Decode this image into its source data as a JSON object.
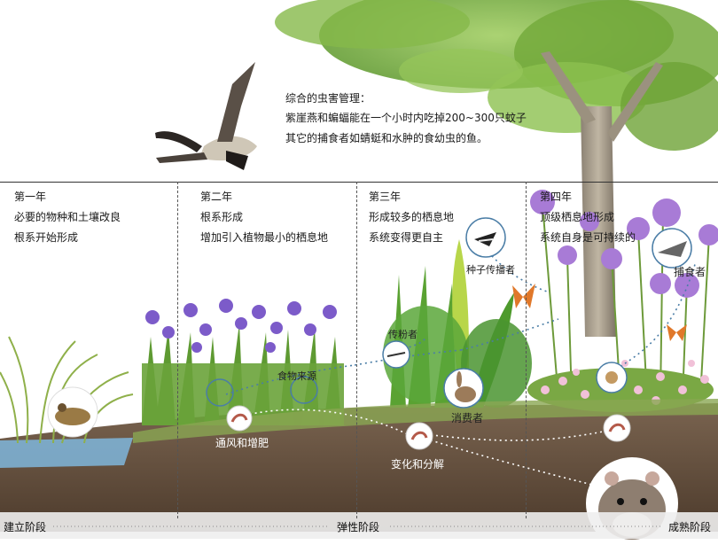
{
  "note": {
    "title": "综合的虫害管理：",
    "line1": "紫崖燕和蝙蝠能在一个小时内吃掉200~300只蚊子",
    "line2": "其它的捕食者如蜻蜓和水肿的食幼虫的鱼。"
  },
  "years": [
    {
      "title": "第一年",
      "line1": "必要的物种和土壤改良",
      "line2": "根系开始形成"
    },
    {
      "title": "第二年",
      "line1": "根系形成",
      "line2": "增加引入植物最小的栖息地"
    },
    {
      "title": "第三年",
      "line1": "形成较多的栖息地",
      "line2": "系统变得更自主"
    },
    {
      "title": "第四年",
      "line1": "顶级栖息地形成",
      "line2": "系统自身是可持续的"
    }
  ],
  "labels": {
    "seed_spreader": "种子传播者",
    "predator": "捕食者",
    "pollinator": "传粉者",
    "food_source": "食物来源",
    "consumer": "消费者",
    "aeration": "通风和增肥",
    "decomposition": "变化和分解"
  },
  "stages": {
    "establish": "建立阶段",
    "resilience": "弹性阶段",
    "mature": "成熟阶段"
  },
  "colors": {
    "soil": "#5e4a38",
    "water": "#7fb6dc",
    "grass": "#6f9a3a",
    "iris": "#7c5bc9",
    "allium": "#a87bd6",
    "tree": "#6aa336",
    "dotted": "#4a7da6"
  }
}
